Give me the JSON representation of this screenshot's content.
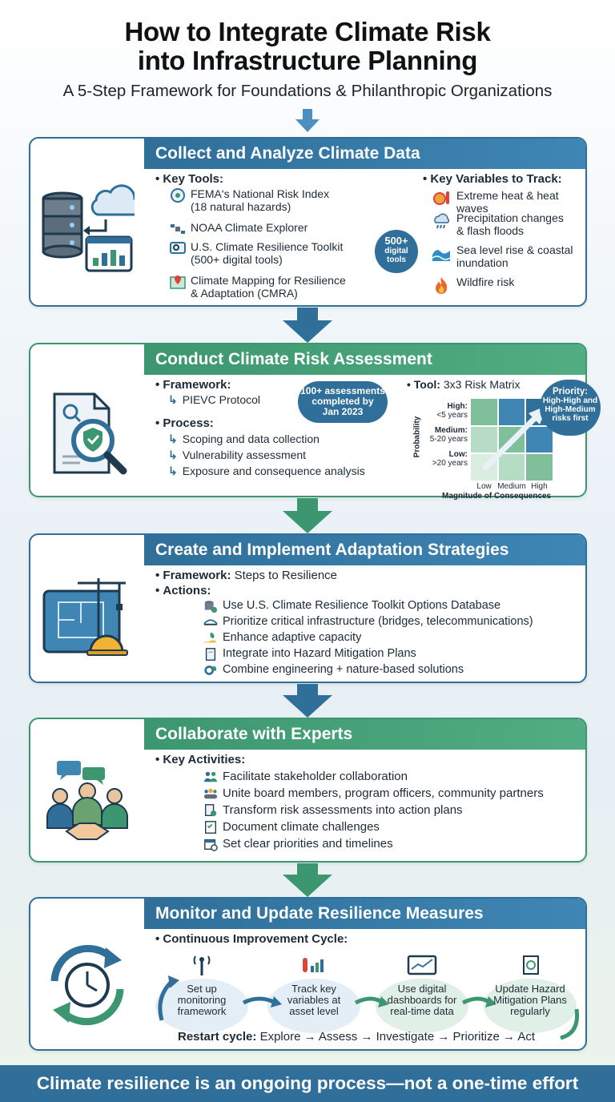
{
  "header": {
    "title_line1": "How to Integrate Climate Risk",
    "title_line2": "into Infrastructure Planning",
    "subtitle": "A 5-Step Framework for Foundations & Philanthropic Organizations"
  },
  "step1": {
    "title": "Collect and Analyze Climate Data",
    "tools_heading": "Key Tools:",
    "tools": [
      {
        "line1": "FEMA's National Risk Index",
        "line2": "(18 natural hazards)",
        "icon": "gear-globe-icon"
      },
      {
        "line1": "NOAA Climate Explorer",
        "line2": "",
        "icon": "satellite-icon"
      },
      {
        "line1": "U.S. Climate Resilience Toolkit",
        "line2": "(500+ digital tools)",
        "icon": "toolkit-icon"
      },
      {
        "line1": "Climate Mapping for Resilience",
        "line2": "& Adaptation (CMRA)",
        "icon": "map-pin-icon"
      }
    ],
    "badge_line1": "500+",
    "badge_line2": "digital",
    "badge_line3": "tools",
    "variables_heading": "Key Variables to Track:",
    "variables": [
      {
        "line1": "Extreme heat & heat waves",
        "line2": "",
        "icon": "sun-thermometer-icon"
      },
      {
        "line1": "Precipitation changes",
        "line2": "& flash floods",
        "icon": "rain-cloud-icon"
      },
      {
        "line1": "Sea level rise & coastal",
        "line2": "inundation",
        "icon": "wave-icon"
      },
      {
        "line1": "Wildfire risk",
        "line2": "",
        "icon": "fire-icon"
      }
    ]
  },
  "step2": {
    "title": "Conduct Climate Risk Assessment",
    "framework_label": "Framework:",
    "framework_value": "PIEVC Protocol",
    "badge_line1": "100+ assessments",
    "badge_line2": "completed by",
    "badge_line3": "Jan 2023",
    "process_label": "Process:",
    "process": [
      "Scoping and data collection",
      "Vulnerability assessment",
      "Exposure and consequence analysis"
    ],
    "tool_label": "Tool:",
    "tool_value": "3x3 Risk Matrix",
    "matrix": {
      "y_title": "Probability",
      "rows": [
        {
          "bold": "High:",
          "sub": "<5 years"
        },
        {
          "bold": "Medium:",
          "sub": "5-20 years"
        },
        {
          "bold": "Low:",
          "sub": ">20 years"
        }
      ],
      "cols": [
        "Low",
        "Medium",
        "High"
      ],
      "x_title": "Magnitude of Consequences"
    },
    "priority_line1": "Priority:",
    "priority_line2": "High-High and",
    "priority_line3": "High-Medium",
    "priority_line4": "risks first"
  },
  "step3": {
    "title": "Create and Implement Adaptation Strategies",
    "framework_label": "Framework:",
    "framework_value": "Steps to Resilience",
    "actions_label": "Actions:",
    "actions": [
      "Use U.S. Climate Resilience Toolkit Options Database",
      "Prioritize critical infrastructure (bridges, telecommunications)",
      "Enhance adaptive capacity",
      "Integrate into Hazard Mitigation Plans",
      "Combine engineering + nature-based solutions"
    ]
  },
  "step4": {
    "title": "Collaborate with Experts",
    "activities_label": "Key Activities:",
    "activities": [
      "Facilitate stakeholder collaboration",
      "Unite board members, program officers, community partners",
      "Transform risk assessments into action plans",
      "Document climate challenges",
      "Set clear priorities and timelines"
    ]
  },
  "step5": {
    "title": "Monitor and Update Resilience Measures",
    "cycle_label": "Continuous Improvement Cycle:",
    "cycle": [
      {
        "l1": "Set up",
        "l2": "monitoring",
        "l3": "framework"
      },
      {
        "l1": "Track key",
        "l2": "variables at",
        "l3": "asset level"
      },
      {
        "l1": "Use digital",
        "l2": "dashboards for",
        "l3": "real-time data"
      },
      {
        "l1": "Update Hazard",
        "l2": "Mitigation Plans",
        "l3": "regularly"
      }
    ],
    "restart_label": "Restart cycle:",
    "restart_value": "Explore → Assess → Investigate → Prioritize → Act"
  },
  "footer": "Climate resilience is an ongoing process—not a one-time effort",
  "colors": {
    "blue": "#2f6f9a",
    "green": "#3c9670"
  }
}
